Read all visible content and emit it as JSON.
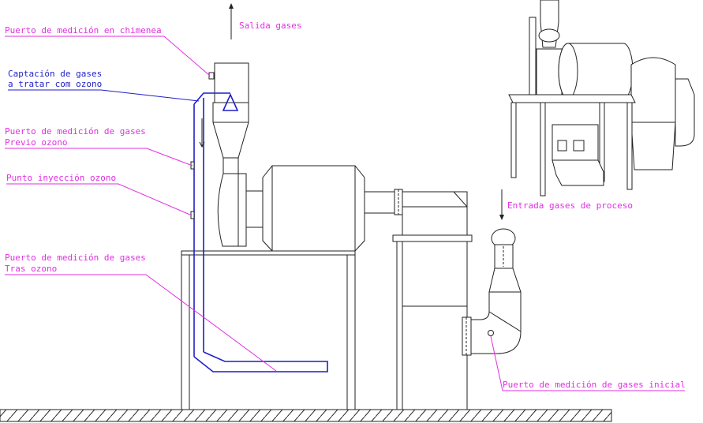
{
  "labels": {
    "chimney_port": "Puerto de medición en chimenea",
    "gas_outlet": "Salida gases",
    "capture_line1": "Captación de gases",
    "capture_line2": "a tratar com ozono",
    "pre_ozone_line1": "Puerto de medición de gases",
    "pre_ozone_line2": "Previo ozono",
    "injection": "Punto inyección ozono",
    "post_ozone_line1": "Puerto de medición de gases",
    "post_ozone_line2": "Tras ozono",
    "process_inlet": "Entrada gases de proceso",
    "initial_port": "Puerto de medición de gases inicial"
  },
  "colors": {
    "label": "#e22fe2",
    "ozone": "#1f1fc8",
    "line": "#222222"
  }
}
